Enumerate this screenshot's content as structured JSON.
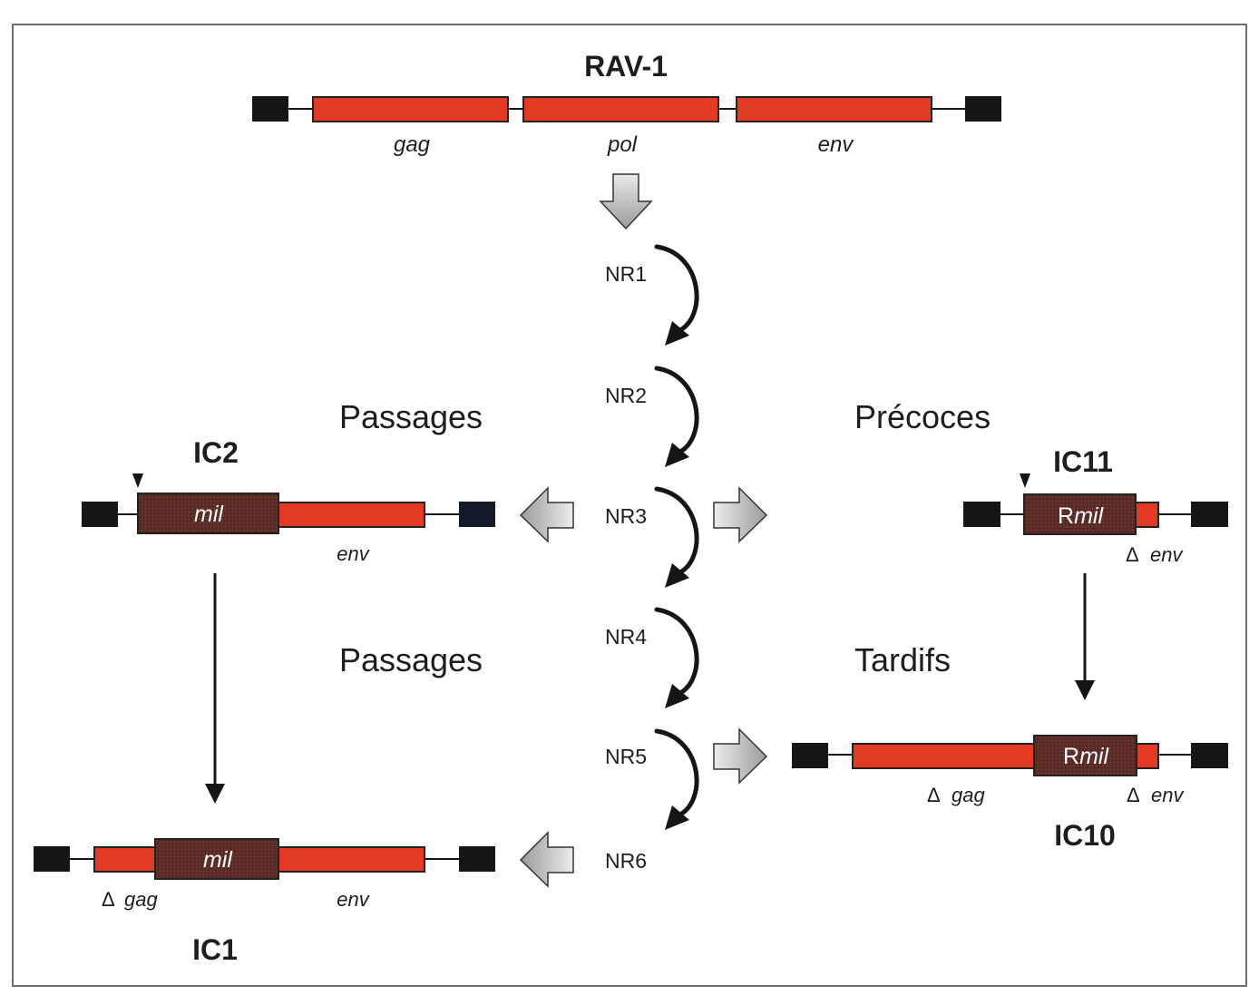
{
  "colors": {
    "gene_red": "#e33a26",
    "mil_brown": "#5e2c26",
    "ltr_black": "#151515",
    "arrow_gray": "#bdbdbd",
    "text": "#1e1e1e"
  },
  "rav1": {
    "title": "RAV-1",
    "genes": [
      "gag",
      "pol",
      "env"
    ]
  },
  "nr_steps": [
    "NR1",
    "NR2",
    "NR3",
    "NR4",
    "NR5",
    "NR6"
  ],
  "left_labels": {
    "upper": "Passages",
    "lower": "Passages"
  },
  "right_labels": {
    "upper": "Précoces",
    "lower": "Tardifs"
  },
  "ic2": {
    "title": "IC2",
    "insert": "mil",
    "genes": [
      "env"
    ]
  },
  "ic1": {
    "title": "IC1",
    "insert": "mil",
    "delta": "Δ",
    "genes": [
      "gag",
      "env"
    ]
  },
  "ic11": {
    "title": "IC11",
    "insert_prefix": "R",
    "insert": "mil",
    "delta": "Δ",
    "genes": [
      "env"
    ]
  },
  "ic10": {
    "title": "IC10",
    "insert_prefix": "R",
    "insert": "mil",
    "delta": "Δ",
    "genes": [
      "gag",
      "env"
    ]
  }
}
